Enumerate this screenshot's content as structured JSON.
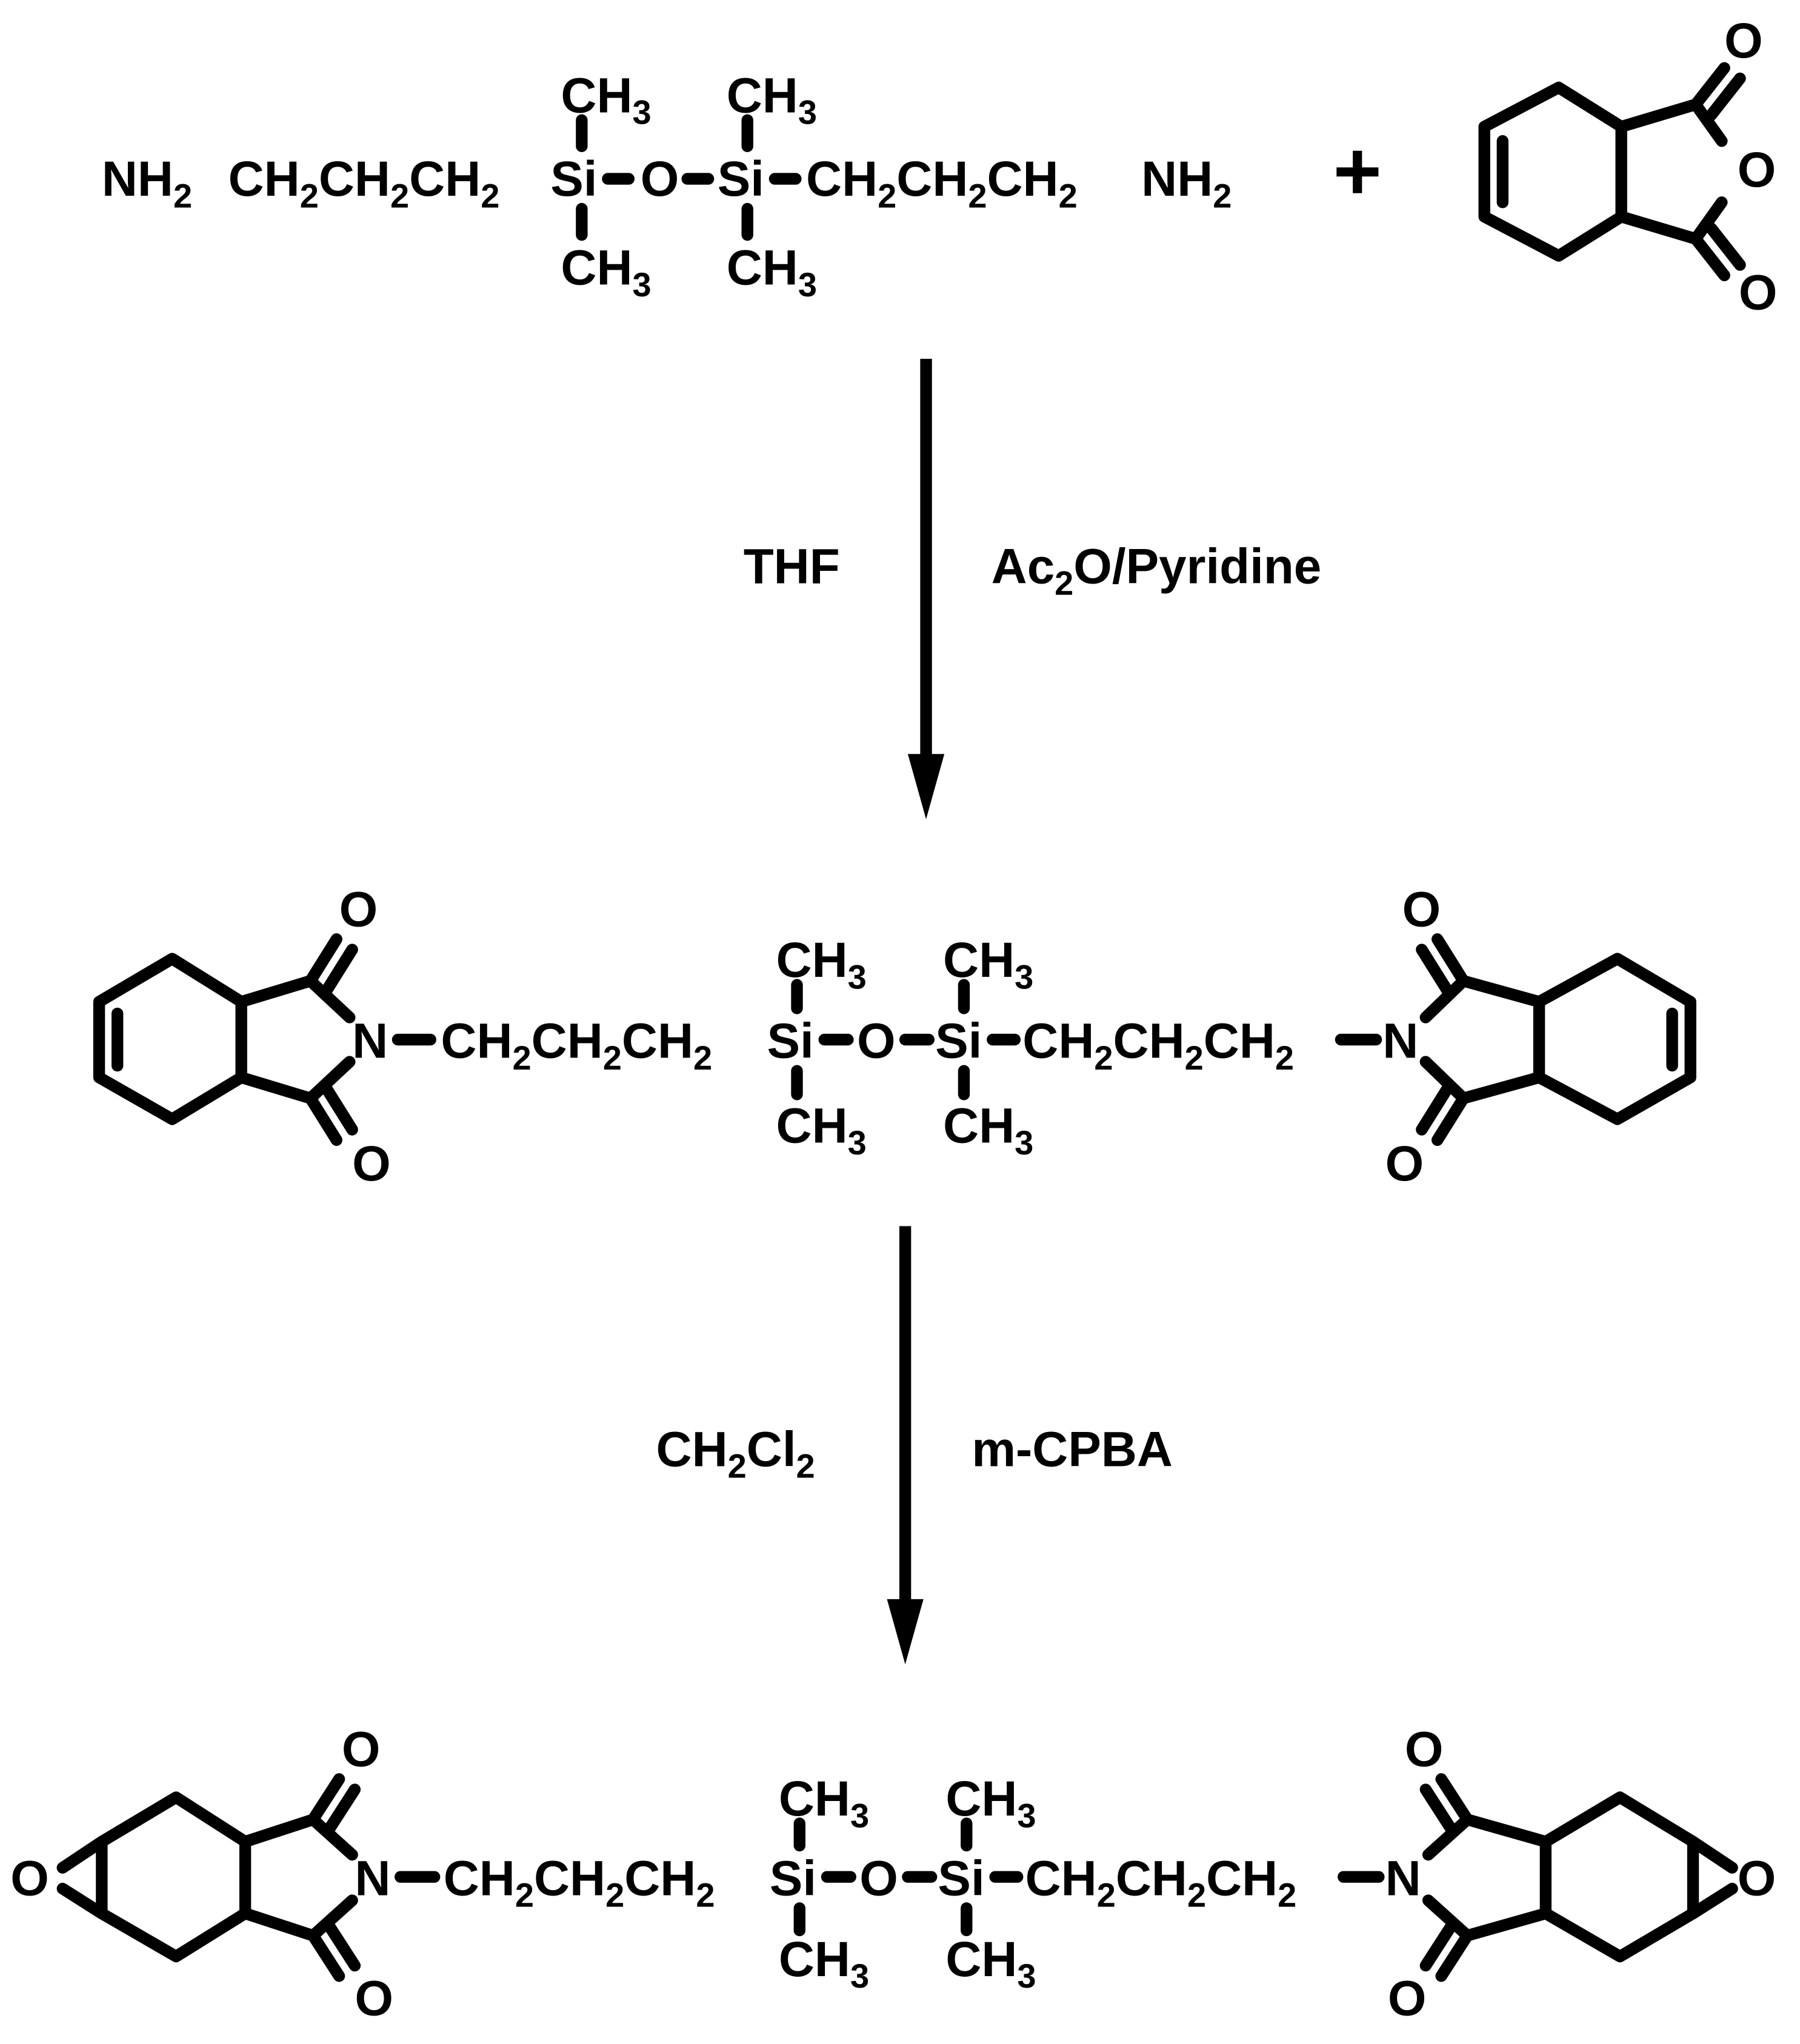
{
  "colors": {
    "ink": "#000000",
    "background": "#ffffff"
  },
  "plus_sign": "+",
  "atoms": {
    "O": "O",
    "N": "N",
    "Si": "Si",
    "NH": "NH",
    "CH": "CH",
    "Cl": "Cl",
    "sub2": "2",
    "sub3": "3"
  },
  "reagents": {
    "step1_solvent": "THF",
    "step1_reagent_prefix": "Ac",
    "step1_reagent_suffix": "O/Pyridine",
    "step2_solvent_prefix": "CH",
    "step2_solvent_mid": "Cl",
    "step2_reagent": "m-CPBA"
  }
}
